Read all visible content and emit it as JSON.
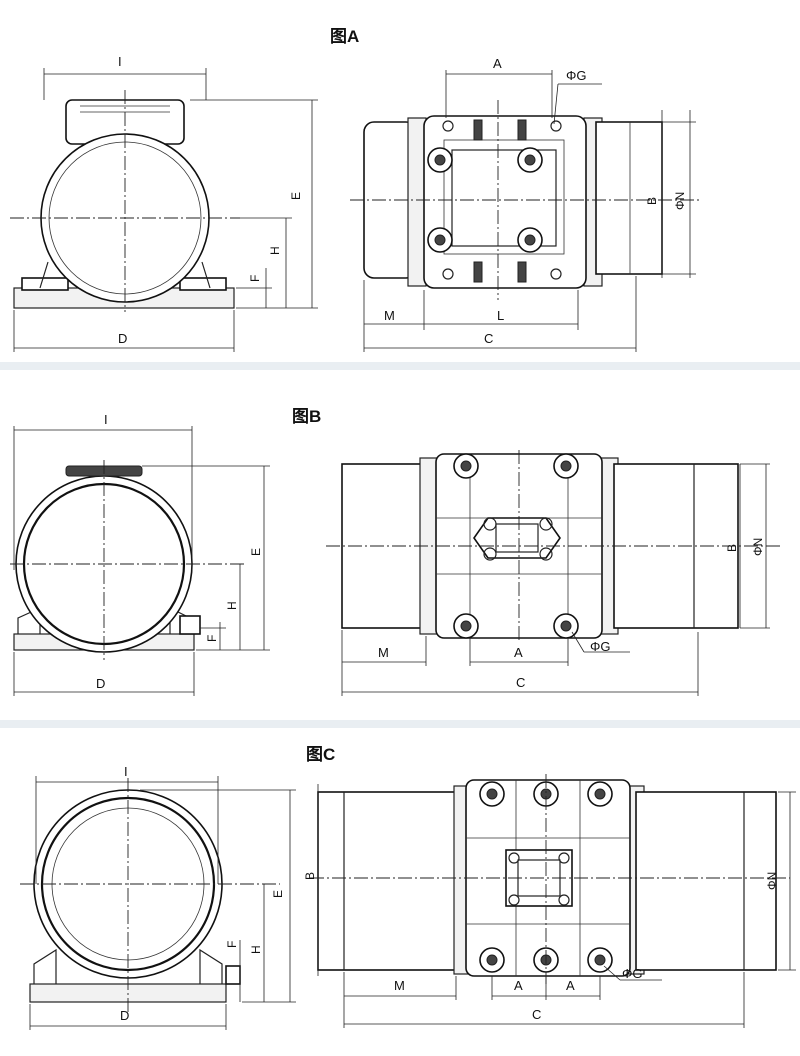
{
  "figures": [
    {
      "title": "图A",
      "side_labels": {
        "width_top": "I",
        "base_width": "D",
        "overall_height": "E",
        "center_height": "H",
        "foot_height": "F"
      },
      "plan_labels": {
        "bolt_spacing": "A",
        "bolt_hole": "ΦG",
        "width": "B",
        "diameter": "ΦN",
        "offset": "M",
        "length": "L",
        "overall_length": "C"
      }
    },
    {
      "title": "图B",
      "side_labels": {
        "width_top": "I",
        "base_width": "D",
        "overall_height": "E",
        "center_height": "H",
        "foot_height": "F"
      },
      "plan_labels": {
        "bolt_spacing": "A",
        "bolt_hole": "ΦG",
        "width": "B",
        "diameter": "ΦN",
        "offset": "M",
        "overall_length": "C"
      }
    },
    {
      "title": "图C",
      "side_labels": {
        "width_top": "I",
        "base_width": "D",
        "overall_height": "E",
        "center_height": "H",
        "foot_height": "F"
      },
      "plan_labels": {
        "bolt_spacing_1": "A",
        "bolt_spacing_2": "A",
        "bolt_hole": "ΦG",
        "width": "B",
        "diameter": "ΦN",
        "offset": "M",
        "overall_length": "C"
      }
    }
  ]
}
